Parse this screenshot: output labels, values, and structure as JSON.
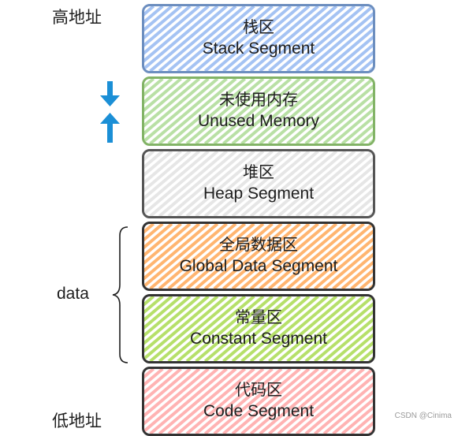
{
  "labels": {
    "high_address": "高地址",
    "low_address": "低地址",
    "data": "data"
  },
  "segments": [
    {
      "cn": "栈区",
      "en": "Stack Segment",
      "fill": "#a5c3f3",
      "border": "#6c8ebf"
    },
    {
      "cn": "未使用内存",
      "en": "Unused Memory",
      "fill": "#b9e0a5",
      "border": "#82b366"
    },
    {
      "cn": "堆区",
      "en": "Heap Segment",
      "fill": "#e6e6e6",
      "border": "#555555"
    },
    {
      "cn": "全局数据区",
      "en": "Global Data Segment",
      "fill": "#ffb570",
      "border": "#333333"
    },
    {
      "cn": "常量区",
      "en": "Constant Segment",
      "fill": "#b6e06a",
      "border": "#333333"
    },
    {
      "cn": "代码区",
      "en": "Code Segment",
      "fill": "#ffb3b3",
      "border": "#333333"
    }
  ],
  "arrow_color": "#1b8fd6",
  "watermark": "CSDN @Cinima"
}
